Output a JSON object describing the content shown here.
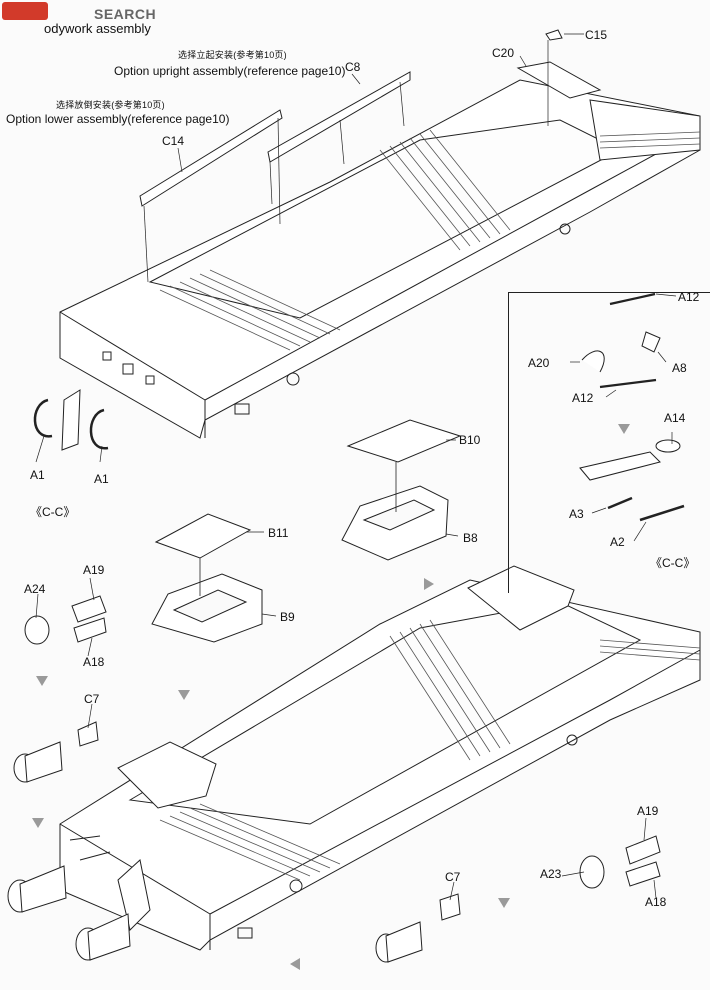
{
  "header": {
    "watermark_search": "SEARCH",
    "section_title": "odywork assembly"
  },
  "notes": {
    "upright_cn": "选择立起安装(参考第10页)",
    "upright_en": "Option upright assembly(reference page10)",
    "lower_cn": "选择放倒安装(参考第10页)",
    "lower_en": "Option lower assembly(reference page10)"
  },
  "parts": {
    "C15": "C15",
    "C20": "C20",
    "C8": "C8",
    "C14": "C14",
    "A1_left": "A1",
    "A1_right": "A1",
    "A12_top": "A12",
    "A20": "A20",
    "A8": "A8",
    "A12_bottom": "A12",
    "A14": "A14",
    "A3": "A3",
    "A2": "A2",
    "B10": "B10",
    "B8": "B8",
    "B11": "B11",
    "B9": "B9",
    "A24": "A24",
    "A19_left": "A19",
    "A18_left": "A18",
    "C7_left": "C7",
    "C7_bottom": "C7",
    "A19_right": "A19",
    "A23": "A23",
    "A18_right": "A18"
  },
  "views": {
    "cc_left": "《C-C》",
    "cc_inset": "《C-C》"
  },
  "colors": {
    "line": "#222222",
    "arrow": "#9a9a9a",
    "watermark_red": "#d23a2a"
  }
}
